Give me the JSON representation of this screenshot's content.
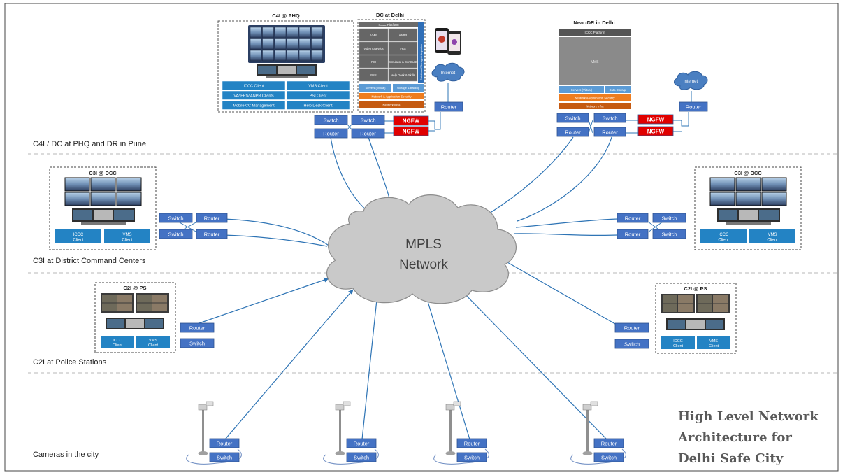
{
  "bands": {
    "c4i": "C4I / DC at PHQ and DR in Pune",
    "c3i": "C3I at District Command Centers",
    "c2i": "C2I at Police Stations",
    "cameras": "Cameras in the city"
  },
  "cloud": {
    "line1": "MPLS",
    "line2": "Network"
  },
  "device": {
    "router": "Router",
    "switch": "Switch",
    "ngfw": "NGFW",
    "internet": "Internet"
  },
  "c4i_phq": {
    "title": "C4I @ PHQ",
    "cells": [
      "ICCC Client",
      "VMS Client",
      "VA/ FRS/ ANPR Clients",
      "PSI Client",
      "Mobile CC Management",
      "Help Desk Client"
    ]
  },
  "dc_delhi": {
    "title": "DC at Delhi",
    "platform": "ICCC Platform",
    "cells": [
      "VMS",
      "ANPR",
      "Video Analytics",
      "FRS",
      "PSI",
      "Simulator & Contracts",
      "BSS",
      "Help Desk & Skills"
    ],
    "side": "Database/Storage/Integration",
    "servers": "Servers (Virtual)",
    "storage": "Storage & Backup",
    "security": "Network & Application Security",
    "infra": "Network Infra"
  },
  "near_dr": {
    "title": "Near-DR in Delhi",
    "platform": "ICCC Platform",
    "vms": "VMS",
    "servers": "Servers (Virtual)",
    "storage": "Data Storage",
    "security": "Network & Application Security",
    "infra": "Network Infra"
  },
  "c3i": {
    "title": "C3I @ DCC",
    "client1": "ICCC Client",
    "client2": "VMS Client"
  },
  "c2i": {
    "title": "C2I @ PS",
    "client1": "ICCC Client",
    "client2": "VMS Client"
  },
  "caption": {
    "line1": "High Level Network",
    "line2": "Architecture for",
    "line3": "Delhi Safe City"
  },
  "colors": {
    "device": "#4472c4",
    "ngfw": "#e00000",
    "link": "#2e74b5",
    "cloud": "#c9c9c9",
    "cell": "#2383c4",
    "dark_panel": "#666666"
  }
}
